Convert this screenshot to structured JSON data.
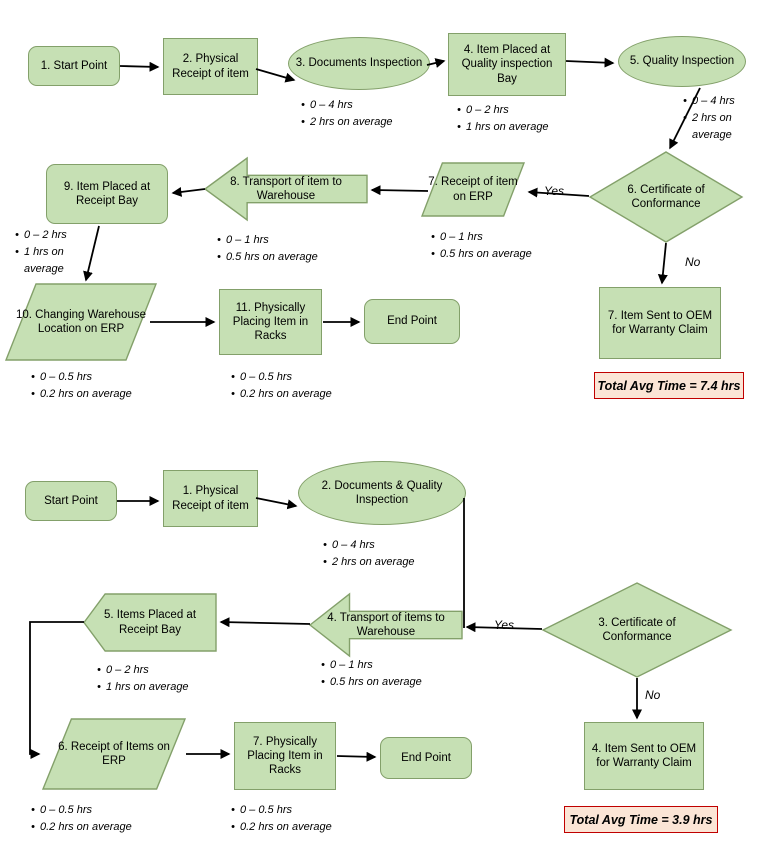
{
  "colors": {
    "shape-fill": "#c6e0b4",
    "shape-border": "#83a06a",
    "callout-fill": "#fbe5d6",
    "callout-border": "#c00000",
    "arrow": "#000000",
    "text": "#000000"
  },
  "chart1": {
    "nodes": {
      "start": "1. Start Point",
      "physical_receipt": "2. Physical Receipt of item",
      "documents_inspection": "3. Documents Inspection",
      "quality_bay": "4. Item Placed at Quality inspection Bay",
      "quality_inspection": "5. Quality Inspection",
      "certificate": "6. Certificate of Conformance",
      "erp_receipt": "7. Receipt of item on ERP",
      "transport": "8. Transport of item to Warehouse",
      "receipt_bay": "9. Item Placed at Receipt Bay",
      "change_location": "10. Changing Warehouse Location on ERP",
      "placing_racks": "11. Physically Placing Item in Racks",
      "end": "End Point",
      "oem": "7. Item Sent to OEM for Warranty Claim"
    },
    "stats": {
      "documents_inspection": [
        "0 – 4 hrs",
        "2 hrs on average"
      ],
      "quality_bay": [
        "0 – 2 hrs",
        "1 hrs on average"
      ],
      "quality_inspection": [
        "0 – 4 hrs",
        "2 hrs on average"
      ],
      "erp_receipt": [
        "0 – 1 hrs",
        "0.5 hrs on average"
      ],
      "transport": [
        "0 – 1 hrs",
        "0.5 hrs on average"
      ],
      "receipt_bay": [
        "0 – 2 hrs",
        "1 hrs on average"
      ],
      "change_location": [
        "0 – 0.5 hrs",
        "0.2 hrs on average"
      ],
      "placing_racks": [
        "0 – 0.5 hrs",
        "0.2 hrs on average"
      ]
    },
    "branch_labels": {
      "yes": "Yes",
      "no": "No"
    },
    "total": "Total Avg Time = 7.4 hrs"
  },
  "chart2": {
    "nodes": {
      "start": "Start Point",
      "physical_receipt": "1. Physical Receipt of item",
      "doc_quality_inspection": "2. Documents & Quality Inspection",
      "certificate": "3. Certificate of Conformance",
      "transport": "4. Transport of items to Warehouse",
      "receipt_bay": "5. Items Placed at Receipt Bay",
      "erp_receipt": "6. Receipt of Items on ERP",
      "placing_racks": "7. Physically Placing Item in Racks",
      "end": "End Point",
      "oem": "4. Item Sent to OEM for Warranty Claim"
    },
    "stats": {
      "doc_quality_inspection": [
        "0 – 4 hrs",
        "2 hrs on average"
      ],
      "transport": [
        "0 – 1 hrs",
        "0.5 hrs on average"
      ],
      "receipt_bay": [
        "0 – 2 hrs",
        "1 hrs on average"
      ],
      "erp_receipt": [
        "0 – 0.5 hrs",
        "0.2 hrs on average"
      ],
      "placing_racks": [
        "0 – 0.5 hrs",
        "0.2 hrs on average"
      ]
    },
    "branch_labels": {
      "yes": "Yes",
      "no": "No"
    },
    "total": "Total Avg Time = 3.9 hrs"
  }
}
